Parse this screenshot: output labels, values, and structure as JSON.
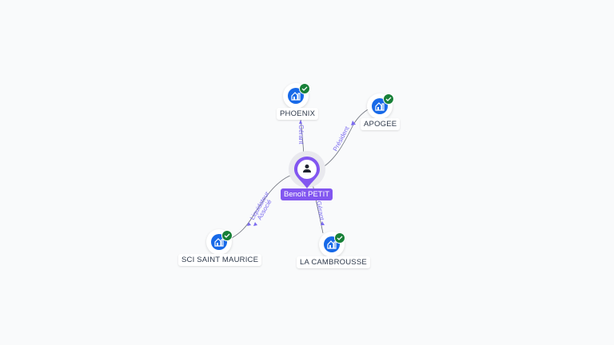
{
  "diagram": {
    "center": {
      "name": "Benoît PETIT",
      "type": "person",
      "icon": "person-icon",
      "color": "#8256f0"
    },
    "nodes": [
      {
        "id": "phoenix",
        "label": "PHOENIX",
        "type": "company",
        "icon": "building-icon",
        "verified": true
      },
      {
        "id": "apogee",
        "label": "APOGEE",
        "type": "company",
        "icon": "building-icon",
        "verified": true
      },
      {
        "id": "sci",
        "label": "SCI SAINT MAURICE",
        "type": "company",
        "icon": "building-icon",
        "verified": true
      },
      {
        "id": "cambrousse",
        "label": "LA CAMBROUSSE",
        "type": "company",
        "icon": "building-icon",
        "verified": true
      }
    ],
    "edges": [
      {
        "to": "phoenix",
        "label": "Gérant"
      },
      {
        "to": "apogee",
        "label": "Président"
      },
      {
        "to": "sci",
        "label_line1": "Liquidateur",
        "label_line2": "Associé"
      },
      {
        "to": "cambrousse",
        "label": "Gérant"
      }
    ],
    "colors": {
      "company": "#1769e8",
      "verified": "#188038",
      "edge_label": "#7c6cf0",
      "person": "#8256f0"
    }
  }
}
